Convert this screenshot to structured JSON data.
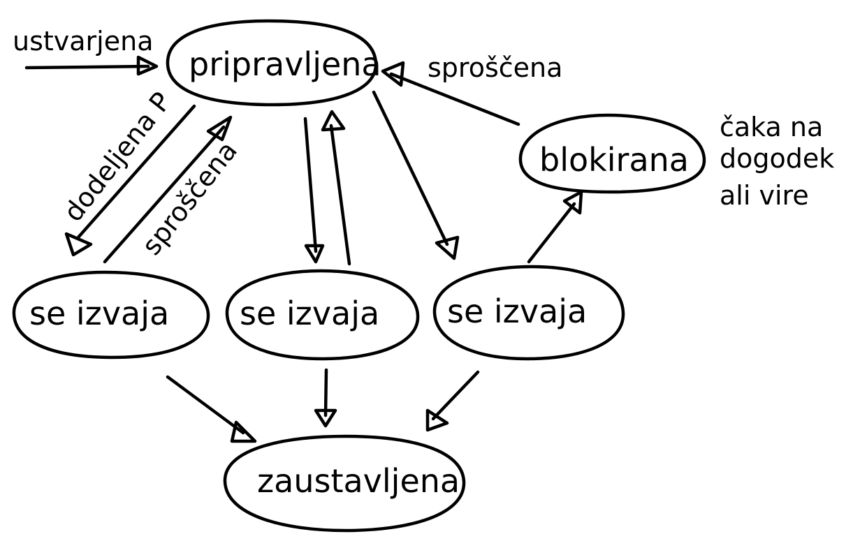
{
  "nodes": {
    "ready": "pripravljena",
    "run1": "se izvaja",
    "run2": "se izvaja",
    "run3": "se izvaja",
    "blocked": "blokirana",
    "stopped": "zaustavljena"
  },
  "edges": {
    "created": "ustvarjena",
    "assigned": "dodeljena P",
    "released_left": "sproščena",
    "released_blocked": "sproščena"
  },
  "note": {
    "line1": "čaka na",
    "line2": "dogodek",
    "line3": "ali vire"
  },
  "colors": {
    "ink": "#000000",
    "background": "#ffffff"
  }
}
